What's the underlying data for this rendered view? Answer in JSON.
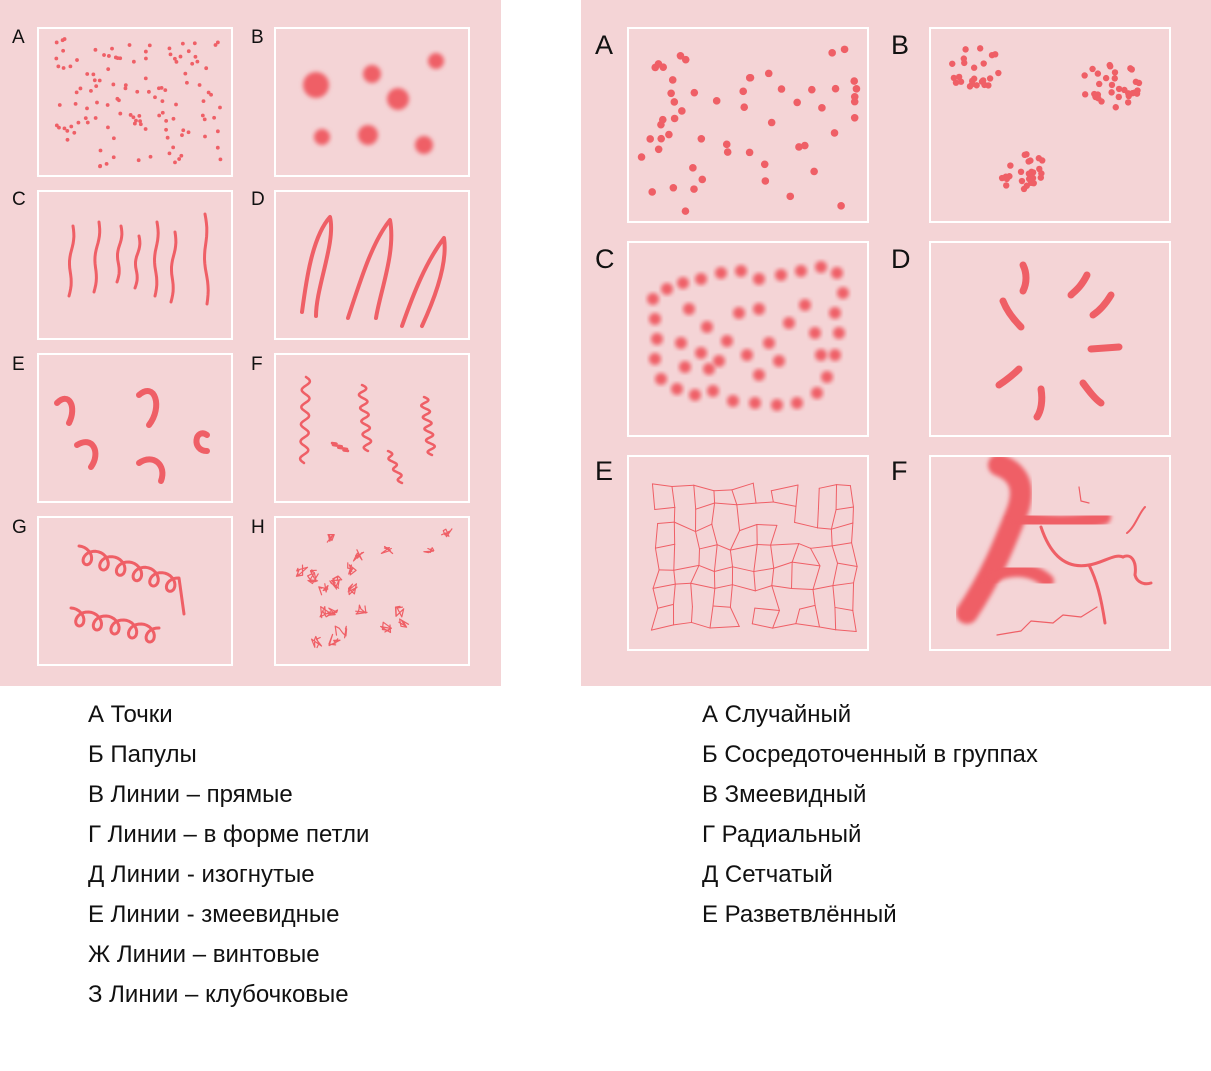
{
  "left_panel": {
    "tiles": [
      {
        "key": "A",
        "label": "A",
        "pattern": "dots"
      },
      {
        "key": "B",
        "label": "B",
        "pattern": "papules"
      },
      {
        "key": "C",
        "label": "C",
        "pattern": "straight-lines"
      },
      {
        "key": "D",
        "label": "D",
        "pattern": "curved-lines"
      },
      {
        "key": "E",
        "label": "E",
        "pattern": "loop-lines"
      },
      {
        "key": "F",
        "label": "F",
        "pattern": "serpentine-lines"
      },
      {
        "key": "G",
        "label": "G",
        "pattern": "coiled-lines"
      },
      {
        "key": "H",
        "label": "H",
        "pattern": "glomerular-lines"
      }
    ]
  },
  "right_panel": {
    "tiles": [
      {
        "key": "A",
        "label": "A",
        "pattern": "random"
      },
      {
        "key": "B",
        "label": "B",
        "pattern": "clustered"
      },
      {
        "key": "C",
        "label": "C",
        "pattern": "serpiginous"
      },
      {
        "key": "D",
        "label": "D",
        "pattern": "radial"
      },
      {
        "key": "E",
        "label": "E",
        "pattern": "reticular"
      },
      {
        "key": "F",
        "label": "F",
        "pattern": "branched"
      }
    ]
  },
  "legend_left": [
    "А Точки",
    "Б Папулы",
    "В Линии – прямые",
    "Г Линии – в форме петли",
    "Д Линии - изогнутые",
    "Е Линии - змеевидные",
    "Ж Линии – винтовые",
    "З Линии – клубочковые"
  ],
  "legend_right": [
    "А Случайный",
    "Б Сосредоточенный в группах",
    "В Змеевидный",
    "Г Радиальный",
    "Д Сетчатый",
    "Е Разветвлённый"
  ],
  "colors": {
    "panel_background": "#f4d4d6",
    "tile_border": "#ffffff",
    "vessel": "#ef5f66"
  }
}
